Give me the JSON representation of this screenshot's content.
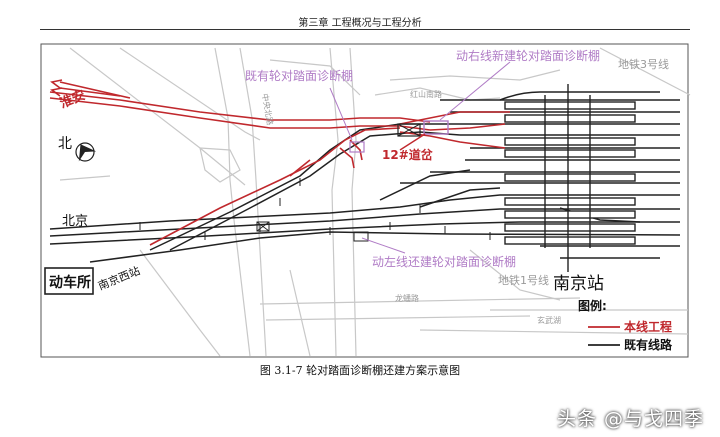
{
  "header": {
    "title": "第三章  工程概况与工程分析"
  },
  "labels": {
    "existing_shed": "既有轮对踏面诊断棚",
    "right_new_shed": "动右线新建轮对踏面诊断棚",
    "left_relocate_shed": "动左线还建轮对踏面诊断棚",
    "metro3": "地铁3号线",
    "metro1": "地铁1号线",
    "switch12": "12#道岔",
    "station": "南京站",
    "huaian": "淮安",
    "beijing": "北京",
    "depot": "动车所",
    "nanjing_west": "南京西站",
    "north": "北",
    "road_hongshan": "红山南路",
    "road_zhongyang": "中央北路",
    "road_longpan": "龙蟠路",
    "road_xuanwu": "玄武湖"
  },
  "legend": {
    "title": "图例:",
    "items": [
      {
        "label": "本线工程",
        "color": "#c0282d"
      },
      {
        "label": "既有线路",
        "color": "#222222"
      }
    ]
  },
  "colors": {
    "new_line": "#c0282d",
    "existing_line": "#222222",
    "label_purple": "#b07cc6"
  },
  "caption": "图 3.1-7    轮对踏面诊断棚还建方案示意图",
  "watermark": "头条 @与戈四季"
}
